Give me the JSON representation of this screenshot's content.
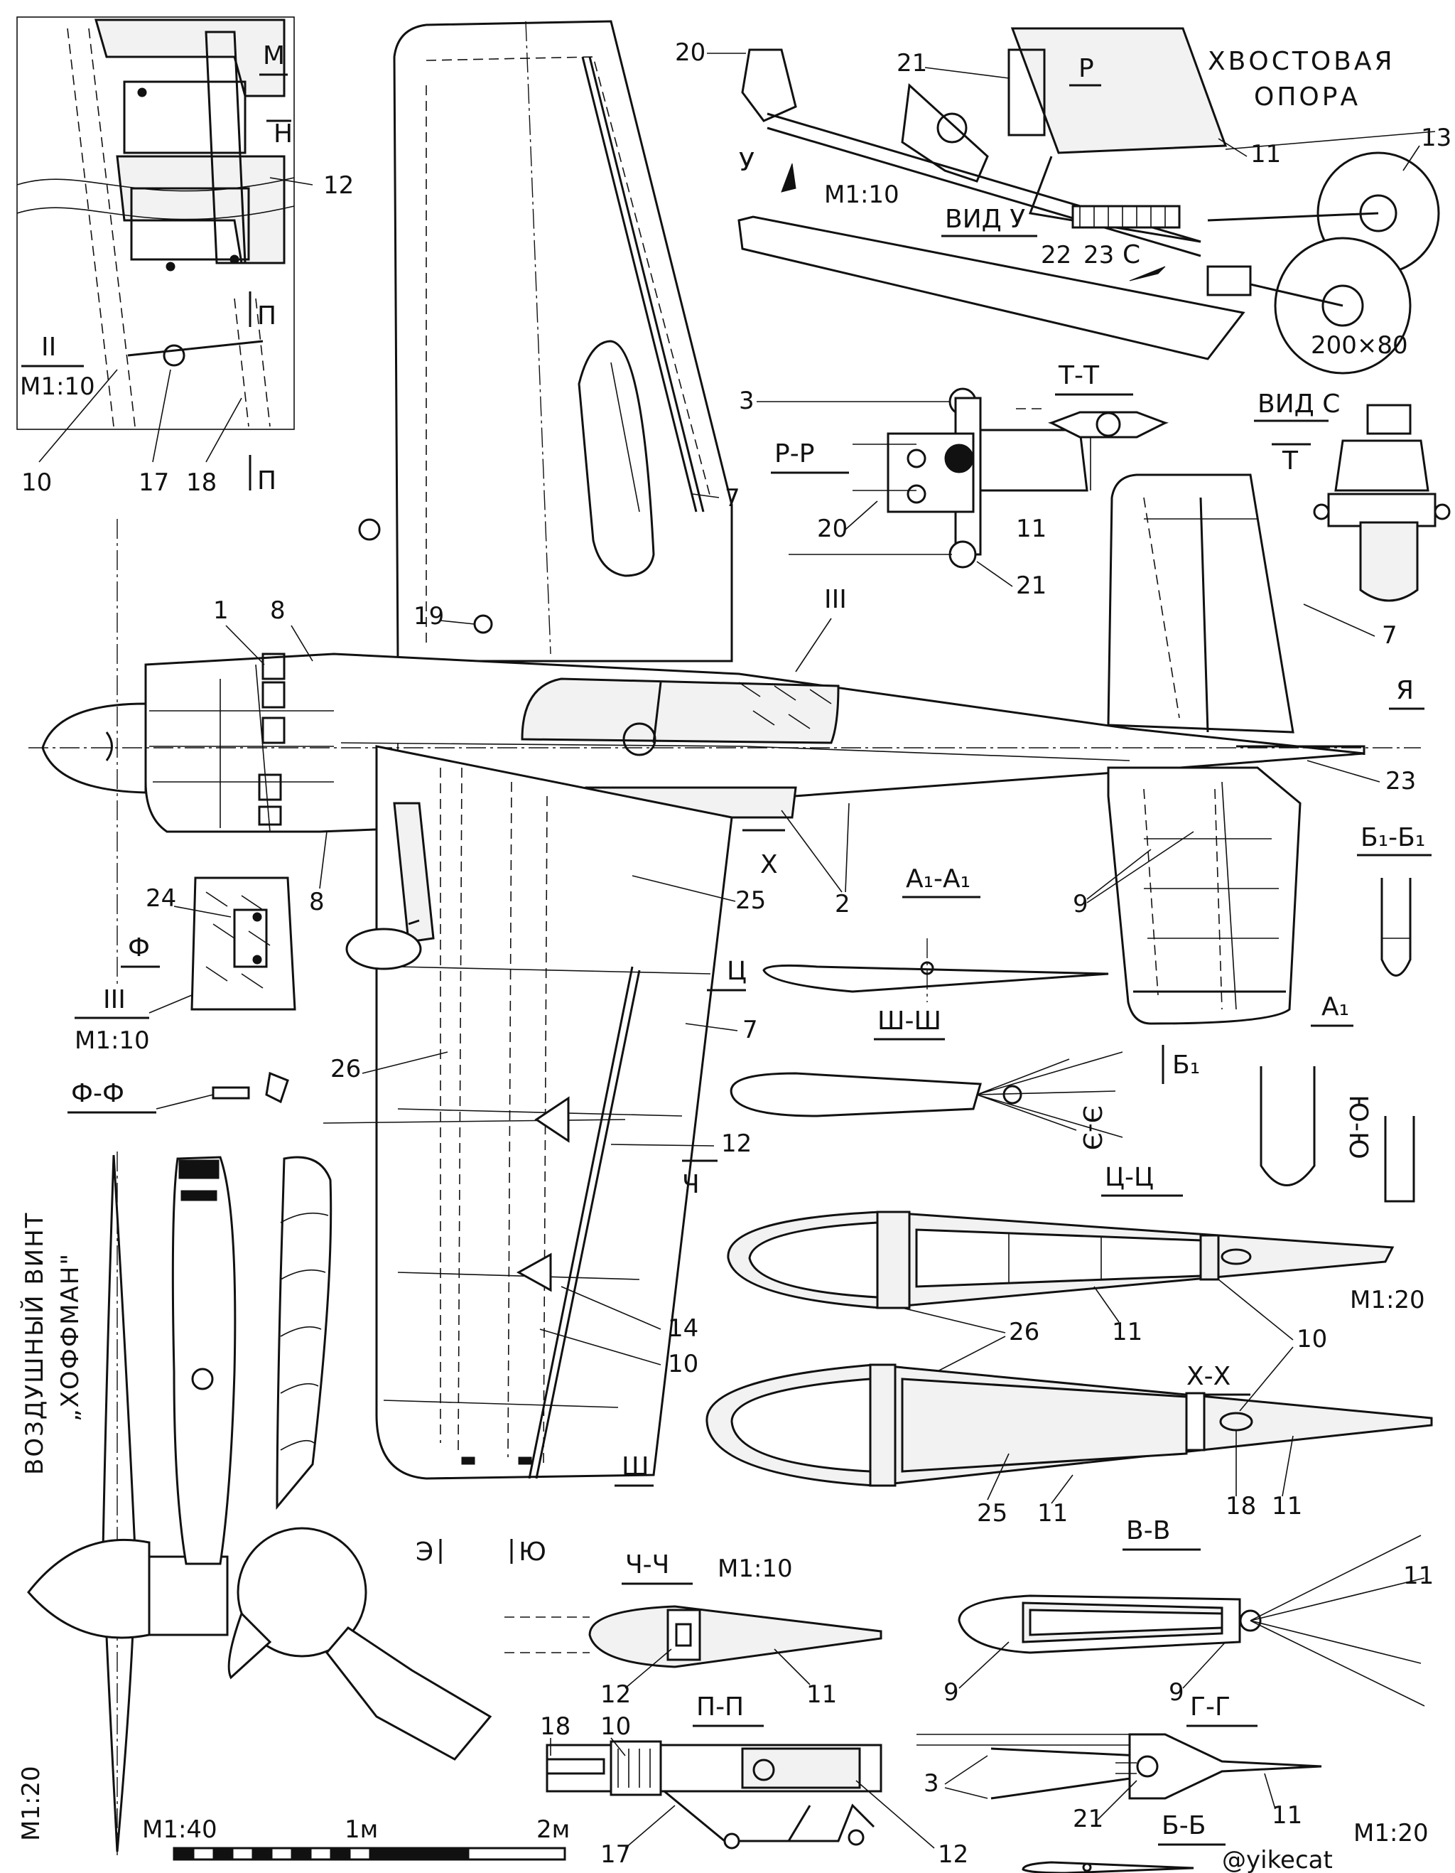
{
  "parts": [
    "1",
    "2",
    "3",
    "7",
    "8",
    "9",
    "10",
    "11",
    "12",
    "13",
    "14",
    "17",
    "18",
    "19",
    "20",
    "21",
    "22",
    "23",
    "24",
    "25",
    "26"
  ],
  "sections": {
    "m": "М",
    "n": "Н",
    "p": "П",
    "r": "Р",
    "rr": "Р-Р",
    "tt": "Т-Т",
    "t": "Т",
    "u": "У",
    "c": "С",
    "ya": "Я",
    "kh": "Х",
    "tse": "Ц",
    "f": "Ф",
    "ff": "Ф-Ф",
    "a1a1": "А₁-А₁",
    "a1": "А₁",
    "b1b1": "Б₁-Б₁",
    "b1": "Б₁",
    "shsh": "Ш-Ш",
    "sh": "Ш",
    "ch": "Ч",
    "chch": "Ч-Ч",
    "tsts": "Ц-Ц",
    "ee": "Э-Э",
    "yuyu": "Ю-Ю",
    "e": "Э",
    "yu": "Ю",
    "khkh": "Х-Х",
    "vv": "В-В",
    "pp": "П-П",
    "gg": "Г-Г",
    "bb": "Б-Б",
    "ii": "II",
    "iii": "III"
  },
  "labels": {
    "tail_support": [
      "ХВОСТОВАЯ",
      "ОПОРА"
    ],
    "view_u": "ВИД У",
    "view_c": "ВИД С",
    "propeller": [
      "ВОЗДУШНЫЙ ВИНТ",
      "„ХОФФМАН\""
    ],
    "wheel_size": "200×80",
    "watermark": "@yikecat"
  },
  "scales": {
    "m1_10": "М1:10",
    "m1_20": "М1:20",
    "m1_40": "М1:40",
    "one_m": "1м",
    "two_m": "2м"
  },
  "colors": {
    "ink": "#111111",
    "paper": "#ffffff",
    "fill": "#f2f2f2"
  }
}
